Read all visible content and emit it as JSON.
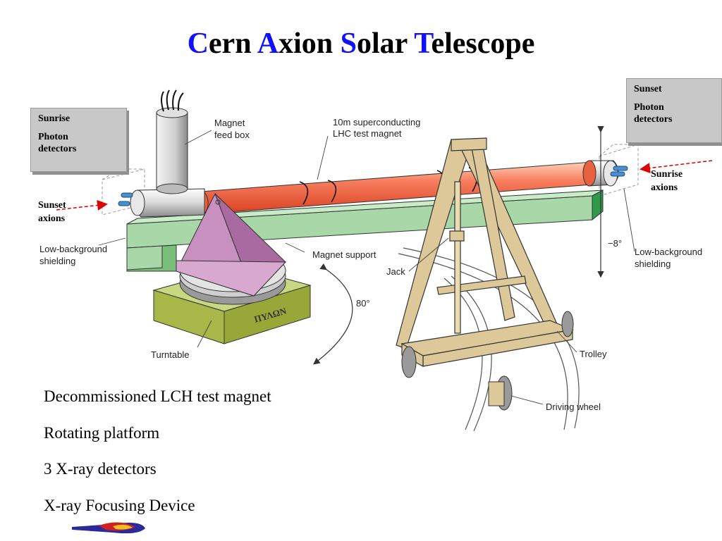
{
  "title": {
    "w1_cap": "C",
    "w1_rest": "ern",
    "w2_cap": "A",
    "w2_rest": "xion",
    "w3_cap": "S",
    "w3_rest": "olar",
    "w4_cap": "T",
    "w4_rest": "elescope",
    "accent_color": "#1010ff"
  },
  "boxes": {
    "left": {
      "line1": "Sunrise",
      "line2": "Photon",
      "line3": "detectors"
    },
    "right": {
      "line1": "Sunset",
      "line2": "Photon",
      "line3": "detectors"
    }
  },
  "axion_labels": {
    "left": {
      "line1": "Sunset",
      "line2": "axions"
    },
    "right": {
      "line1": "Sunrise",
      "line2": "axions"
    }
  },
  "diagram_labels": {
    "feed_box_1": "Magnet",
    "feed_box_2": "feed box",
    "magnet_1": "10m superconducting",
    "magnet_2": "LHC test magnet",
    "shield_left_1": "Low-background",
    "shield_left_2": "shielding",
    "support": "Magnet support",
    "jack": "Jack",
    "angle_v": "−8°",
    "shield_right_1": "Low-background",
    "shield_right_2": "shielding",
    "angle_h": "80°",
    "turntable": "Turntable",
    "trolley": "Trolley",
    "driving_wheel": "Driving wheel",
    "pylon": "ΠΥΛΩN"
  },
  "bullets": [
    "Decommissioned LCH test magnet",
    "Rotating platform",
    "3 X-ray detectors",
    "X-ray Focusing Device"
  ],
  "colors": {
    "magnet": "#f0603c",
    "support": "#a8d8a8",
    "turntable_base": "#a8b848",
    "pyramid": "#c890c0",
    "trolley": "#dcc898",
    "axion_arrow": "#e00000"
  }
}
